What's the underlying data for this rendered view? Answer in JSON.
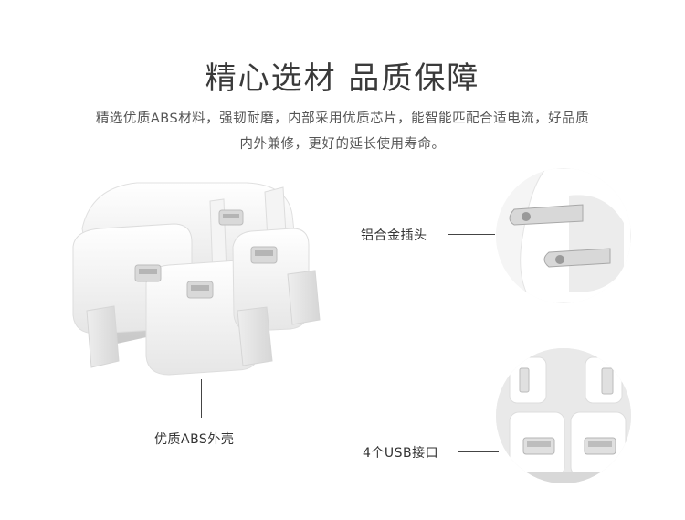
{
  "header": {
    "title": "精心选材 品质保障",
    "desc_line1": "精选优质ABS材料，强韧耐磨，内部采用优质芯片，能智能匹配合适电流，好品质",
    "desc_line2": "内外兼修，更好的延长使用寿命。"
  },
  "callouts": {
    "plug_label": "铝合金插头",
    "shell_label": "优质ABS外壳",
    "usb_label": "4个USB接口"
  },
  "colors": {
    "accent_text": "#333333",
    "product_body": "#ffffff"
  }
}
